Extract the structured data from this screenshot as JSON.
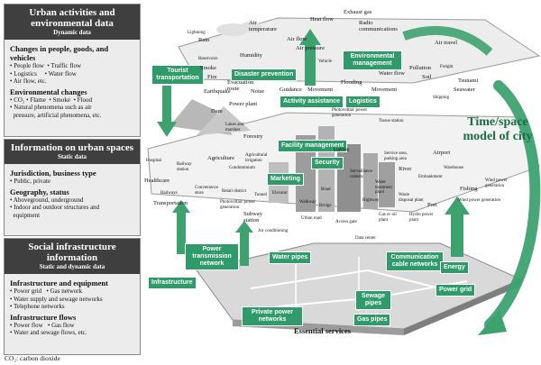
{
  "panels": {
    "urban": {
      "title": "Urban activities and environmental data",
      "subtitle": "Dynamic data",
      "sec1": "Changes in people, goods, and vehicles",
      "sec1_lines": [
        "• People flow  • Traffic flow",
        "• Logistics     • Water flow",
        "• Air flow, etc."
      ],
      "sec2": "Environmental changes",
      "sec2_lines": [
        "• CO₂ • Flame  • Smoke  • Flood",
        "• Natural phenomena such as air",
        "  pressure, artificial phenomena, etc."
      ]
    },
    "spaces": {
      "title": "Information on urban spaces",
      "subtitle": "Static data",
      "sec1": "Jurisdiction, business type",
      "sec1_lines": [
        "• Public, private"
      ],
      "sec2": "Geography, status",
      "sec2_lines": [
        "• Aboveground, underground",
        "• Indoor and outdoor structures and",
        "  equipment"
      ]
    },
    "infra": {
      "title": "Social infrastructure information",
      "subtitle": "Static and dynamic data",
      "sec1": "Infrastructure and equipment",
      "sec1_lines": [
        "• Power grid   • Gas network",
        "• Water supply and sewage networks",
        "• Telephone networks"
      ],
      "sec2": "Infrastructure flows",
      "sec2_lines": [
        "• Power flow   • Gas flow",
        "• Water and sewage flows, etc."
      ]
    }
  },
  "footnote": "CO₂: carbon dioxide",
  "diagram": {
    "model_title": "Time/space model of city",
    "essential": "Essential services",
    "green_boxes": {
      "tourist": "Tourist transportation",
      "disaster": "Disaster prevention",
      "env": "Environmental management",
      "activity": "Activity assistance",
      "logistics": "Logistics",
      "facility": "Facility management",
      "marketing": "Marketing",
      "security": "Security",
      "power_net": "Power transmission network",
      "water": "Water pipes",
      "comm": "Communication cable networks",
      "energy": "Energy",
      "infrastructure": "Infrastructure",
      "private_power": "Private power networks",
      "sewage": "Sewage pipes",
      "gas": "Gas pipes",
      "power_grid": "Power grid"
    },
    "top_labels": {
      "exhaust": "Exhaust gas",
      "heat": "Heat flow",
      "radio": "Radio communications",
      "air_temp": "Air temperature",
      "lightning": "Lightning",
      "rain": "Rain",
      "air_flow": "Air flow",
      "air_pressure": "Air pressure",
      "air_travel": "Air travel",
      "humidity": "Humidity",
      "reservoirs": "Reservoirs",
      "smoke": "Smoke",
      "fire": "Fire",
      "evacuation": "Evacuation route",
      "earthquake": "Earthquake",
      "noise": "Noise",
      "guidance": "Guidance",
      "movement": "Movement",
      "movement2": "Movement",
      "vehicle": "Vehicle",
      "flooding": "Flooding",
      "water_flow": "Water flow",
      "pollution": "Pollution",
      "soil": "Soil",
      "freight": "Freight",
      "tsunami": "Tsunami",
      "seawater": "Seawater",
      "shipping": "Shipping",
      "dam": "Dam",
      "power_plant": "Power plant",
      "lakes": "Lakes and marshes",
      "forestry": "Forestry",
      "pv_gen": "Photovoltaic power generation",
      "tissue": "Tissue station"
    },
    "mid_labels": {
      "hospital": "Hospital",
      "railway_station": "Railway station",
      "agriculture": "Agriculture",
      "agri_irrigation": "Agricultural irrigation",
      "condominium": "Condominium",
      "healthcare": "Healthcare",
      "convenience": "Convenience store",
      "retail": "Retail district",
      "railways": "Railways",
      "tunnel": "Tunnel",
      "transportation": "Transportation",
      "pv_gen2": "Photovoltaic power generation",
      "subway": "Subway station",
      "air_con": "Air conditioning",
      "elevator": "Elevator",
      "walkway": "Walkway",
      "road": "Road",
      "bridge": "Bridge",
      "urban_road": "Urban road",
      "access_gate": "Access gate",
      "surveillance": "Surveillance camera",
      "lighting": "Lighting",
      "airport": "Airport",
      "service_area": "Service area, parking area",
      "river": "River",
      "warehouse": "Warehouse",
      "embankment": "Embankment",
      "water_treat": "Water treatment plant",
      "highway": "Highway",
      "waste": "Waste disposal plant",
      "gas_oil": "Gas or oil plant",
      "data_center": "Data center",
      "hydro": "Hydro power plant",
      "port": "Port",
      "fishing": "Fishing",
      "wind": "Wind power generation",
      "wind2": "Wind power generation"
    }
  }
}
